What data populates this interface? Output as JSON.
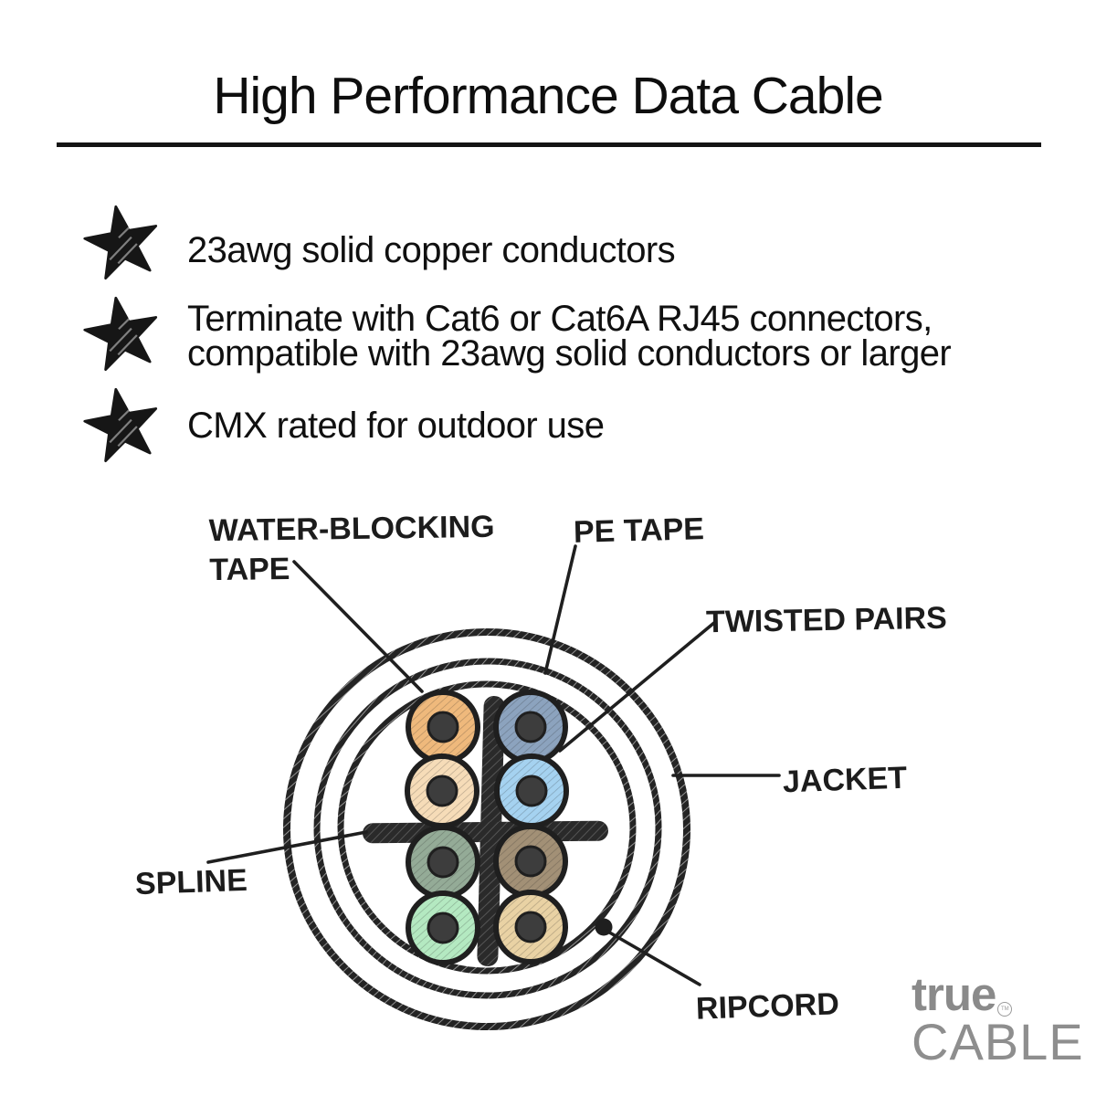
{
  "page": {
    "title": "High Performance Data Cable"
  },
  "features": [
    {
      "lines": [
        "23awg solid copper conductors"
      ]
    },
    {
      "lines": [
        "Terminate with Cat6 or Cat6A RJ45 connectors,",
        "compatible with 23awg solid conductors or larger"
      ]
    },
    {
      "lines": [
        "CMX rated for outdoor use"
      ]
    }
  ],
  "diagram": {
    "labels": {
      "water_blocking_tape": [
        "WATER-BLOCKING",
        "TAPE"
      ],
      "pe_tape": "PE TAPE",
      "twisted_pairs": "TWISTED PAIRS",
      "jacket": "JACKET",
      "spline": "SPLINE",
      "ripcord": "RIPCORD"
    },
    "ink_color": "#222222",
    "wires": [
      {
        "name": "orange",
        "hex": "#EFB97C"
      },
      {
        "name": "blue",
        "hex": "#8CA3BE"
      },
      {
        "name": "white-orange",
        "hex": "#F6DCB8"
      },
      {
        "name": "white-blue",
        "hex": "#A5D2F0"
      },
      {
        "name": "green",
        "hex": "#94AB97"
      },
      {
        "name": "brown",
        "hex": "#A29076"
      },
      {
        "name": "white-green",
        "hex": "#B4E9C1"
      },
      {
        "name": "white-brown",
        "hex": "#E9D2A4"
      }
    ]
  },
  "logo": {
    "word_top": "true",
    "trademark": "TM",
    "word_bottom": "CABLE",
    "color": "#8a8a8a"
  }
}
